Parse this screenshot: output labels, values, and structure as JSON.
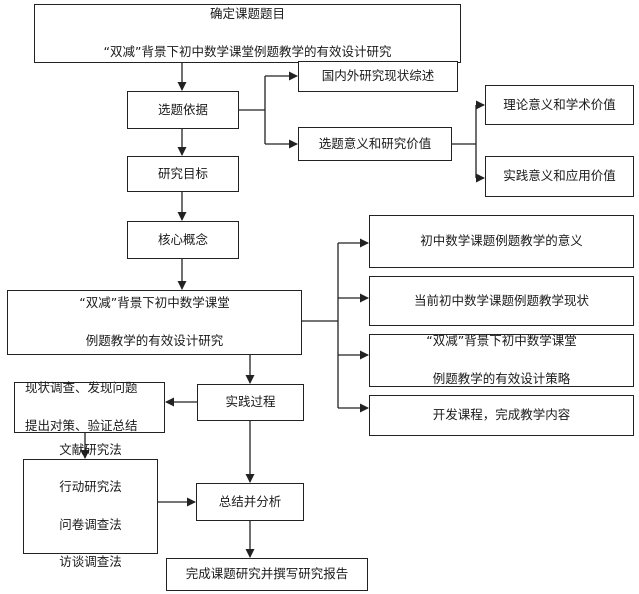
{
  "nodes": {
    "topic": {
      "line1": "确定课题题目",
      "line2": "“双减”背景下初中数学课堂例题教学的有效设计研究"
    },
    "basis": "选题依据",
    "lit_review": "国内外研究现状综述",
    "significance": "选题意义和研究价值",
    "theory_value": "理论意义和学术价值",
    "practice_value": "实践意义和应用价值",
    "goal": "研究目标",
    "concept": "核心概念",
    "main_study": {
      "line1": "“双减”背景下初中数学课堂",
      "line2": "例题教学的有效设计研究"
    },
    "content1": "初中数学课题例题教学的意义",
    "content2": "当前初中数学课题例题教学现状",
    "content3": {
      "line1": "“双减”背景下初中数学课堂",
      "line2": "例题教学的有效设计策略"
    },
    "content4": "开发课程，完成教学内容",
    "practice": "实践过程",
    "steps": {
      "line1": "现状调查、发现问题",
      "line2": "提出对策、验证总结"
    },
    "methods": {
      "line1": "文献研究法",
      "line2": "行动研究法",
      "line3": "问卷调查法",
      "line4": "访谈调查法"
    },
    "summary": "总结并分析",
    "report": "完成课题研究并撰写研究报告"
  }
}
